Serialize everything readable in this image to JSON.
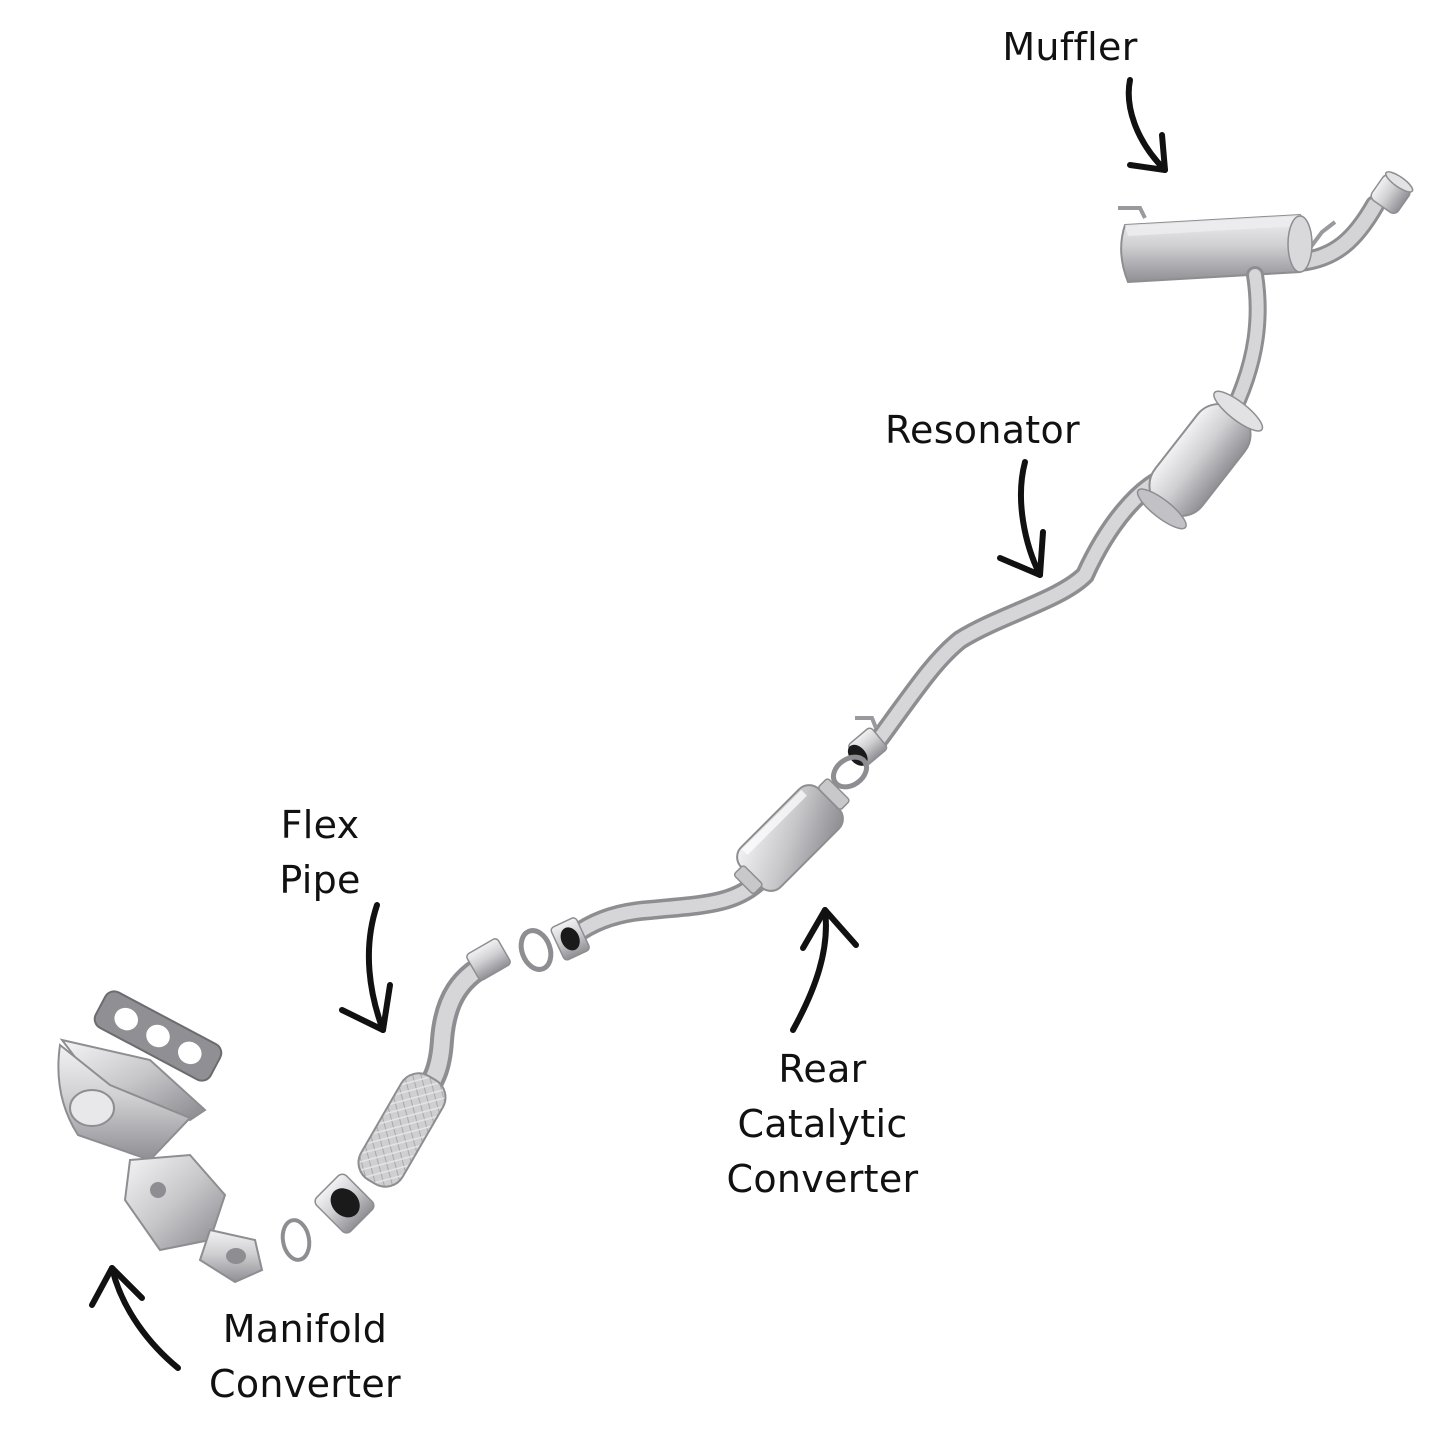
{
  "labels": {
    "muffler": [
      "Muffler"
    ],
    "resonator": [
      "Resonator"
    ],
    "flex_pipe": [
      "Flex",
      "Pipe"
    ],
    "rear_catalytic_converter": [
      "Rear",
      "Catalytic",
      "Converter"
    ],
    "manifold_converter": [
      "Manifold",
      "Converter"
    ]
  },
  "colors": {
    "text": "#111111",
    "arrow": "#111111",
    "pipe": "#c9c9cb",
    "pipe_shadow": "#8e8e92",
    "background": "#ffffff"
  }
}
